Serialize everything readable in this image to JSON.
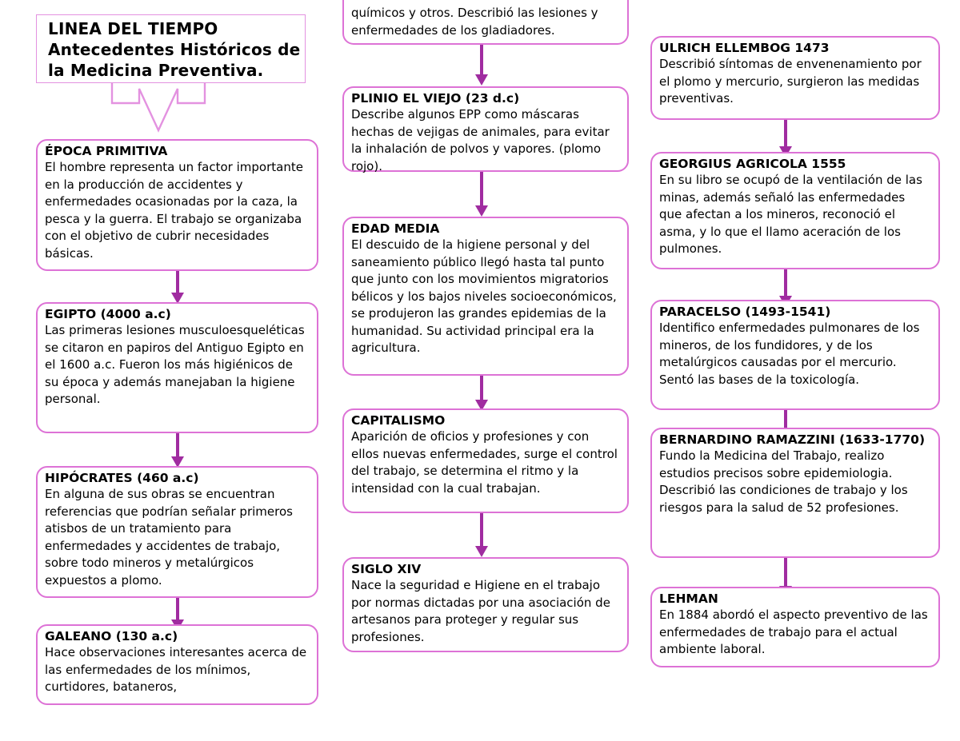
{
  "title": {
    "line1": "LINEA DEL TIEMPO",
    "line2": "Antecedentes Históricos de",
    "line3": "la Medicina Preventiva.",
    "arrow_icon": "down-arrow-outline-icon"
  },
  "colors": {
    "box_border": "#dd72d6",
    "title_border": "#e392e0",
    "arrow": "#a02ca0",
    "title_arrow": "#e392e0",
    "text": "#000000",
    "background": "#ffffff"
  },
  "columns": [
    {
      "id": "column-1",
      "nodes": [
        {
          "name": "epoca-primitiva",
          "title": "ÉPOCA PRIMITIVA",
          "body": "El hombre representa un factor importante en la producción de accidentes y enfermedades ocasionadas por la caza, la pesca y la guerra. El trabajo se organizaba con el objetivo de cubrir necesidades básicas."
        },
        {
          "name": "egipto",
          "title": "EGIPTO (4000 a.c)",
          "body": "Las primeras lesiones musculoesqueléticas se citaron en papiros del Antiguo Egipto en el 1600 a.c. Fueron los más higiénicos de su época y además manejaban la higiene personal."
        },
        {
          "name": "hipocrates",
          "title": "HIPÓCRATES (460 a.c)",
          "body": "En alguna de sus obras se encuentran referencias que podrían señalar primeros atisbos de un tratamiento para enfermedades y accidentes de trabajo, sobre todo mineros y metalúrgicos expuestos a plomo."
        },
        {
          "name": "galeano",
          "title": "GALEANO (130 a.c)",
          "body": "Hace observaciones interesantes acerca de las enfermedades de los mínimos, curtidores, bataneros,"
        }
      ]
    },
    {
      "id": "column-2",
      "nodes": [
        {
          "name": "galeano-continuacion",
          "title": "",
          "body": "químicos y otros. Describió las lesiones y enfermedades de los gladiadores."
        },
        {
          "name": "plinio-el-viejo",
          "title": "PLINIO EL VIEJO (23 d.c)",
          "body": "Describe algunos EPP como máscaras hechas de vejigas de animales, para evitar la inhalación de polvos y vapores. (plomo rojo)."
        },
        {
          "name": "edad-media",
          "title": "EDAD MEDIA",
          "body": "El descuido de la higiene personal y del saneamiento público llegó hasta tal punto que junto con los movimientos migratorios bélicos y los bajos niveles socioeconómicos, se produjeron las grandes epidemias de la humanidad. Su actividad principal era la agricultura."
        },
        {
          "name": "capitalismo",
          "title": "CAPITALISMO",
          "body": "Aparición de oficios y profesiones y con ellos nuevas enfermedades, surge el control del trabajo, se determina el ritmo y la intensidad con la cual trabajan."
        },
        {
          "name": "siglo-xiv",
          "title": "SIGLO XIV",
          "body": "Nace la seguridad e Higiene en el trabajo por normas dictadas por una asociación de artesanos para proteger y regular sus profesiones."
        }
      ]
    },
    {
      "id": "column-3",
      "nodes": [
        {
          "name": "ulrich-ellembog",
          "title": "ULRICH ELLEMBOG 1473",
          "body": "Describió síntomas de envenenamiento por el plomo y mercurio, surgieron las medidas preventivas."
        },
        {
          "name": "georgius-agricola",
          "title": "GEORGIUS AGRICOLA 1555",
          "body": "En su libro se ocupó de la ventilación de las minas, además señaló las enfermedades que afectan a los mineros, reconoció el asma, y lo que el llamo aceración de los pulmones."
        },
        {
          "name": "paracelso",
          "title": "PARACELSO (1493-1541)",
          "body": "Identifico enfermedades pulmonares de los mineros, de los fundidores, y de los metalúrgicos causadas por el mercurio. Sentó las bases de la toxicología."
        },
        {
          "name": "bernardino-ramazzini",
          "title": "BERNARDINO RAMAZZINI (1633-1770)",
          "body": "Fundo la Medicina del Trabajo, realizo estudios precisos sobre epidemiologia. Describió las condiciones de trabajo y los riesgos para la salud de 52 profesiones."
        },
        {
          "name": "lehman",
          "title": "LEHMAN",
          "body": "En 1884 abordó el aspecto preventivo de las enfermedades de trabajo para el actual ambiente laboral."
        }
      ]
    }
  ]
}
